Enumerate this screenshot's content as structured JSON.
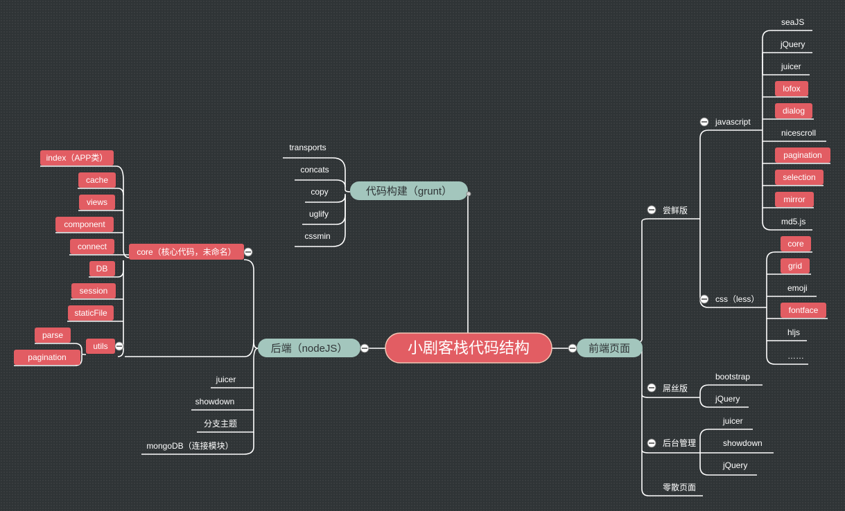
{
  "colors": {
    "background": "#2f3436",
    "root_fill": "#e25d63",
    "branch_fill": "#a3c6bd",
    "tag_fill": "#e25d63",
    "line": "#ffffff"
  },
  "root": "小剧客栈代码结构",
  "branches": {
    "grunt": "代码构建（grunt）",
    "backend": "后端（nodeJS）",
    "frontend": "前端页面"
  },
  "grunt_tasks": [
    "transports",
    "concats",
    "copy",
    "uglify",
    "cssmin"
  ],
  "backend": {
    "core": "core（核心代码，未命名）",
    "core_children": [
      "index（APP类）",
      "cache",
      "views",
      "component",
      "connect",
      "DB",
      "session",
      "staticFile"
    ],
    "utils": "utils",
    "utils_children": [
      "parse",
      "pagination"
    ],
    "others": [
      "juicer",
      "showdown",
      "分支主题",
      "mongoDB（连接模块）"
    ]
  },
  "frontend": {
    "cx": "尝鲜版",
    "javascript": "javascript",
    "js_libs": [
      "seaJS",
      "jQuery",
      "juicer",
      "lofox",
      "dialog",
      "nicescroll",
      "pagination",
      "selection",
      "mirror",
      "md5.js"
    ],
    "css": "css（less）",
    "css_libs": [
      "core",
      "grid",
      "emoji",
      "fontface",
      "hljs",
      "……"
    ],
    "ds": "屌丝版",
    "ds_libs": [
      "bootstrap",
      "jQuery"
    ],
    "admin": "后台管理",
    "admin_libs": [
      "juicer",
      "showdown",
      "jQuery"
    ],
    "misc": "零散页面"
  }
}
